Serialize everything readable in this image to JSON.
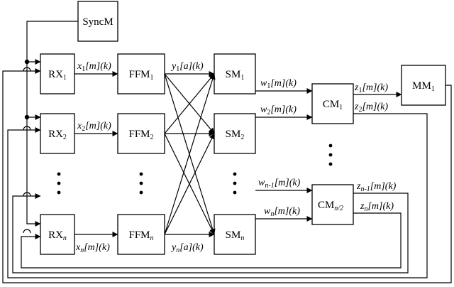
{
  "blocks": {
    "syncm": "SyncM",
    "rx1": {
      "main": "RX",
      "sub": "1"
    },
    "rx2": {
      "main": "RX",
      "sub": "2"
    },
    "rxn": {
      "main": "RX",
      "sub": "n"
    },
    "ffm1": {
      "main": "FFM",
      "sub": "1"
    },
    "ffm2": {
      "main": "FFM",
      "sub": "2"
    },
    "ffmn": {
      "main": "FFM",
      "sub": "n"
    },
    "sm1": {
      "main": "SM",
      "sub": "1"
    },
    "sm2": {
      "main": "SM",
      "sub": "2"
    },
    "smn": {
      "main": "SM",
      "sub": "n"
    },
    "cm1": {
      "main": "CM",
      "sub": "1"
    },
    "cmn2": {
      "main": "CM",
      "sub": "n/2"
    },
    "mm1": {
      "main": "MM",
      "sub": "1"
    }
  },
  "signals": {
    "x1": {
      "var": "x",
      "sub": "1",
      "rest": "[m](k)"
    },
    "x2": {
      "var": "x",
      "sub": "2",
      "rest": "[m](k)"
    },
    "xn": {
      "var": "x",
      "sub": "n",
      "rest": "[m](k)"
    },
    "y1": {
      "var": "y",
      "sub": "1",
      "rest": "[a](k)"
    },
    "yn": {
      "var": "y",
      "sub": "n",
      "rest": "[a](k)"
    },
    "w1": {
      "var": "w",
      "sub": "1",
      "rest": "[m](k)"
    },
    "w2": {
      "var": "w",
      "sub": "2",
      "rest": "[m](k)"
    },
    "wn1": {
      "var": "w",
      "sub": "n-1",
      "rest": "[m](k)"
    },
    "wn": {
      "var": "w",
      "sub": "n",
      "rest": "[m](k)"
    },
    "z1": {
      "var": "z",
      "sub": "1",
      "rest": "[m](k)"
    },
    "z2": {
      "var": "z",
      "sub": "2",
      "rest": "[m](k)"
    },
    "zn1": {
      "var": "z",
      "sub": "n-1",
      "rest": "[m](k)"
    },
    "zn": {
      "var": "z",
      "sub": "n",
      "rest": "[m](k)"
    }
  }
}
